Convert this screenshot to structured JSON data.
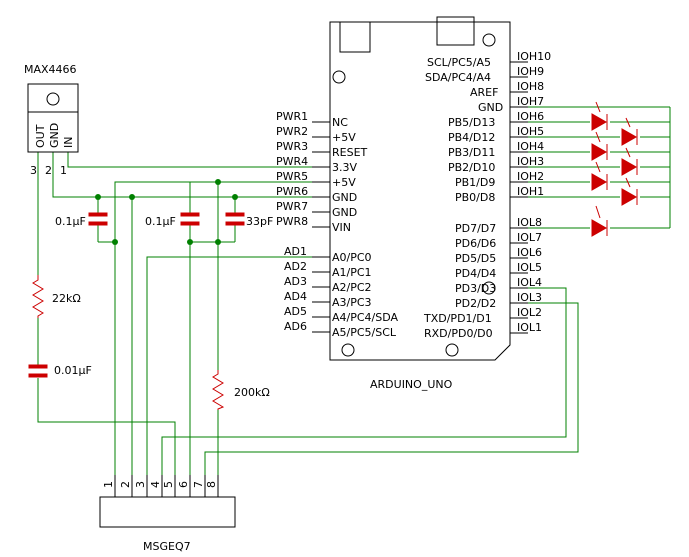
{
  "colors": {
    "wire": "#008000",
    "component": "#cc0000",
    "outline": "#000000"
  },
  "max4466": {
    "name": "MAX4466",
    "pins": [
      "OUT",
      "GND",
      "IN"
    ],
    "pin_numbers": [
      "3",
      "2",
      "1"
    ]
  },
  "components": {
    "c1": "0.1µF",
    "c2": "0.1µF",
    "c3": "33pF",
    "r1": "22kΩ",
    "c4": "0.01µF",
    "r2": "200kΩ"
  },
  "arduino": {
    "name": "ARDUINO_UNO",
    "pwr_labels": [
      "PWR1",
      "PWR2",
      "PWR3",
      "PWR4",
      "PWR5",
      "PWR6",
      "PWR7",
      "PWR8"
    ],
    "pwr_pins": [
      "NC",
      "+5V",
      "RESET",
      "3.3V",
      "+5V",
      "GND",
      "GND",
      "VIN"
    ],
    "ad_labels": [
      "AD1",
      "AD2",
      "AD3",
      "AD4",
      "AD5",
      "AD6"
    ],
    "ad_pins": [
      "A0/PC0",
      "A1/PC1",
      "A2/PC2",
      "A3/PC3",
      "A4/PC4/SDA",
      "A5/PC5/SCL"
    ],
    "ioh_pins": [
      "SCL/PC5/A5",
      "SDA/PC4/A4",
      "AREF",
      "GND",
      "PB5/D13",
      "PB4/D12",
      "PB3/D11",
      "PB2/D10",
      "PB1/D9",
      "PB0/D8"
    ],
    "ioh_labels": [
      "IOH10",
      "IOH9",
      "IOH8",
      "IOH7",
      "IOH6",
      "IOH5",
      "IOH4",
      "IOH3",
      "IOH2",
      "IOH1"
    ],
    "iol_pins": [
      "PD7/D7",
      "PD6/D6",
      "PD5/D5",
      "PD4/D4",
      "PD3/D3",
      "PD2/D2",
      "TXD/PD1/D1",
      "RXD/PD0/D0"
    ],
    "iol_labels": [
      "IOL8",
      "IOL7",
      "IOL6",
      "IOL5",
      "IOL4",
      "IOL3",
      "IOL2",
      "IOL1"
    ]
  },
  "msgeq7": {
    "name": "MSGEQ7",
    "pin_numbers": [
      "1",
      "2",
      "3",
      "4",
      "5",
      "6",
      "7",
      "8"
    ]
  }
}
